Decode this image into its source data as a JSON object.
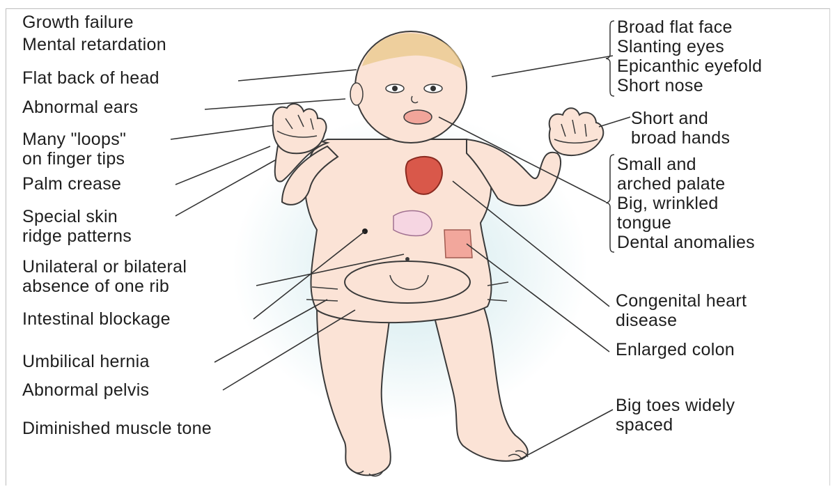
{
  "labels_left": {
    "growth_failure": "Growth failure",
    "mental_retardation": "Mental retardation",
    "flat_back_of_head": "Flat back of head",
    "abnormal_ears": "Abnormal ears",
    "many_loops": "Many \"loops\"\non finger tips",
    "palm_crease": "Palm crease",
    "special_skin_ridge": "Special skin\nridge patterns",
    "absence_of_rib": "Unilateral or bilateral\nabsence of one rib",
    "intestinal_blockage": "Intestinal blockage",
    "umbilical_hernia": "Umbilical hernia",
    "abnormal_pelvis": "Abnormal pelvis",
    "diminished_muscle_tone": "Diminished muscle tone"
  },
  "labels_right": {
    "face_group": "Broad flat face\nSlanting eyes\nEpicanthic eyefold\nShort nose",
    "short_broad_hands": "Short and\nbroad hands",
    "mouth_group": "Small and\narched palate\nBig, wrinkled\ntongue\nDental anomalies",
    "congenital_heart": "Congenital heart\ndisease",
    "enlarged_colon": "Enlarged colon",
    "big_toes": "Big toes widely\nspaced"
  },
  "colors": {
    "skin": "#fbe3d6",
    "outline": "#3a3a3a",
    "heart": "#d9584a",
    "colon": "#f2a79c",
    "stomach": "#f6d6e2",
    "hair": "#e9c88a",
    "leader_line": "#333333"
  }
}
